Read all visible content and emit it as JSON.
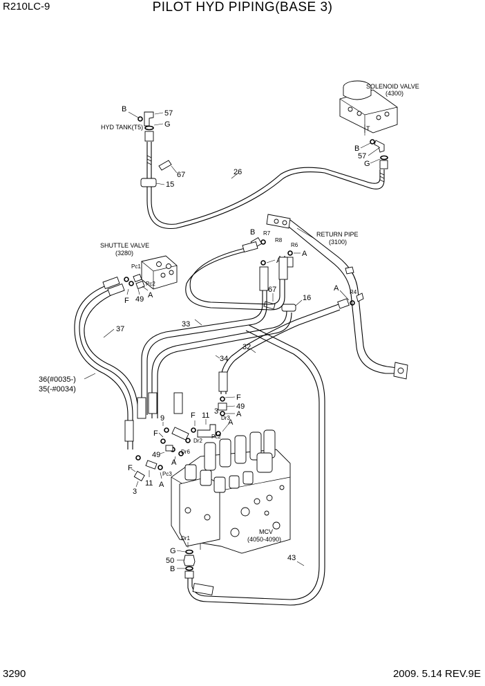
{
  "header": {
    "model": "R210LC-9",
    "title": "PILOT HYD PIPING(BASE 3)"
  },
  "footer": {
    "page": "3290",
    "revision": "2009. 5.14 REV.9E"
  },
  "components": {
    "solenoid_valve": {
      "name": "SOLENOID VALVE",
      "code": "(4300)"
    },
    "hyd_tank": {
      "name": "HYD TANK(T5)"
    },
    "shuttle_valve": {
      "name": "SHUTTLE VALVE",
      "code": "(3280)"
    },
    "return_pipe": {
      "name": "RETURN PIPE",
      "code": "(3100)"
    },
    "mcv": {
      "name": "MCV",
      "code": "(4050-4090)"
    }
  },
  "callouts": {
    "p57a": "57",
    "pBa": "B",
    "pGa": "G",
    "p67a": "67",
    "p15": "15",
    "p26": "26",
    "pBb": "B",
    "p57b": "57",
    "pGb": "G",
    "pT": "T",
    "pBc": "B",
    "pAa": "A",
    "pAb": "A",
    "p67b": "67",
    "p16": "16",
    "pAc": "A",
    "pR7": "R7",
    "pR8": "R8",
    "pR6": "R6",
    "pR4": "R4",
    "pPc1": "Pc1",
    "pPc2a": "Pc2",
    "pFa": "F",
    "p49a": "49",
    "pAd": "A",
    "p37": "37",
    "p33": "33",
    "p32": "32",
    "p34": "34",
    "p36": "36(#0035-)",
    "p35": "35(-#0034)",
    "pFb": "F",
    "p49b": "49",
    "p3a": "3",
    "pAe": "A",
    "pDr3": "Dr3",
    "pFc": "F",
    "p11a": "11",
    "pPc2b": "Pc2",
    "p9": "9",
    "pFd": "F",
    "pDr2": "Dr2",
    "p49c": "49",
    "pDr6": "Dr6",
    "pAf": "A",
    "pFe": "F",
    "p11b": "11",
    "pPc3": "Pc3",
    "p3b": "3",
    "pAg": "A",
    "pDr1": "Dr1",
    "pGc": "G",
    "p50": "50",
    "pBd": "B",
    "p43": "43"
  },
  "icons": [
    "elbow-fitting-icon",
    "o-ring-icon",
    "hose-end-icon",
    "pipe-clamp-icon",
    "valve-block-icon"
  ]
}
